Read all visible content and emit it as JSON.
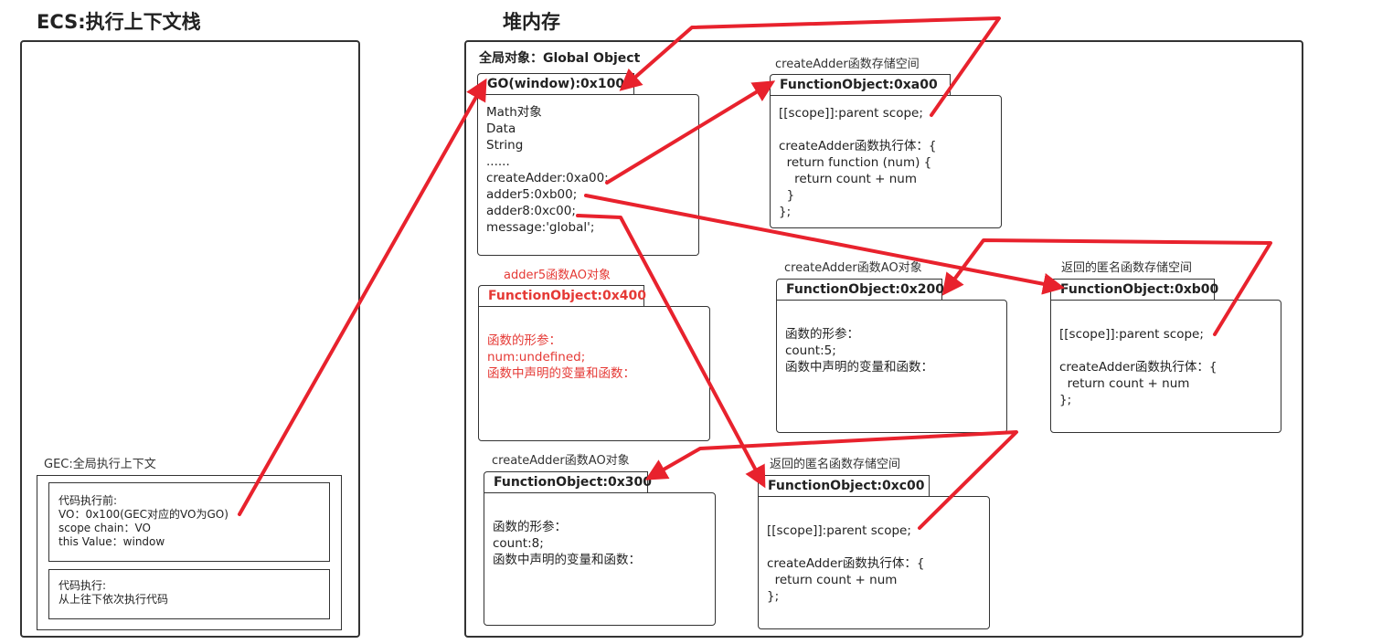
{
  "titles": {
    "ecs": "ECS:执行上下文栈",
    "heap": "堆内存"
  },
  "gec": {
    "label": "GEC:全局执行上下文",
    "before": "代码执行前:\nVO：0x100(GEC对应的VO为GO)\nscope chain：VO\nthis Value：window",
    "during": "代码执行:\n从上往下依次执行代码"
  },
  "heap": {
    "global_label": "全局对象：Global Object",
    "go": {
      "tab": "GO(window):0x100",
      "body": "Math对象\nData\nString\n......\ncreateAdder:0xa00;\nadder5:0xb00;\nadder8:0xc00;\nmessage:'global';"
    },
    "a00": {
      "caption": "createAdder函数存储空间",
      "tab": "FunctionObject:0xa00",
      "body": "[[scope]]:parent scope;\n\ncreateAdder函数执行体：{\n  return function (num) {\n    return count + num\n  }\n};"
    },
    "f400": {
      "caption": "adder5函数AO对象",
      "tab": "FunctionObject:0x400",
      "body": "函数的形参：\nnum:undefined;\n函数中声明的变量和函数："
    },
    "f200": {
      "caption": "createAdder函数AO对象",
      "tab": "FunctionObject:0x200",
      "body": "函数的形参：\ncount:5;\n函数中声明的变量和函数："
    },
    "b00": {
      "caption": "返回的匿名函数存储空间",
      "tab": "FunctionObject:0xb00",
      "body": "[[scope]]:parent scope;\n\ncreateAdder函数执行体：{\n  return count + num\n};"
    },
    "f300": {
      "caption": "createAdder函数AO对象",
      "tab": "FunctionObject:0x300",
      "body": "函数的形参：\ncount:8;\n函数中声明的变量和函数："
    },
    "c00": {
      "caption": "返回的匿名函数存储空间",
      "tab": "FunctionObject:0xc00",
      "body": "[[scope]]:parent scope;\n\ncreateAdder函数执行体：{\n  return count + num\n};"
    }
  },
  "colors": {
    "arrow": "#e8222d",
    "border": "#333333",
    "red_text": "#e53935"
  }
}
